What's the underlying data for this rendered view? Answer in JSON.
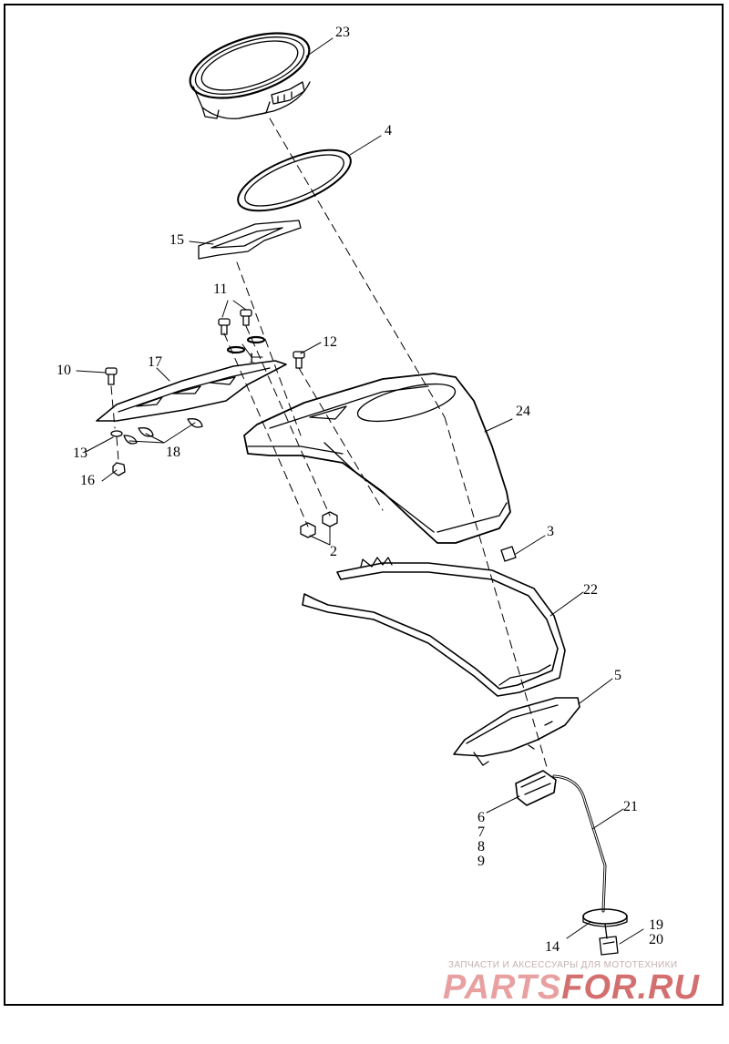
{
  "diagram": {
    "callouts": [
      {
        "id": "c23",
        "text": "23"
      },
      {
        "id": "c4",
        "text": "4"
      },
      {
        "id": "c15",
        "text": "15"
      },
      {
        "id": "c11",
        "text": "11"
      },
      {
        "id": "c12",
        "text": "12"
      },
      {
        "id": "c1",
        "text": "1"
      },
      {
        "id": "c10",
        "text": "10"
      },
      {
        "id": "c17",
        "text": "17"
      },
      {
        "id": "c24",
        "text": "24"
      },
      {
        "id": "c13",
        "text": "13"
      },
      {
        "id": "c18",
        "text": "18"
      },
      {
        "id": "c16",
        "text": "16"
      },
      {
        "id": "c2",
        "text": "2"
      },
      {
        "id": "c3",
        "text": "3"
      },
      {
        "id": "c22",
        "text": "22"
      },
      {
        "id": "c5",
        "text": "5"
      },
      {
        "id": "c6",
        "text": "6"
      },
      {
        "id": "c7",
        "text": "7"
      },
      {
        "id": "c8",
        "text": "8"
      },
      {
        "id": "c9",
        "text": "9"
      },
      {
        "id": "c21",
        "text": "21"
      },
      {
        "id": "c14",
        "text": "14"
      },
      {
        "id": "c19",
        "text": "19"
      },
      {
        "id": "c20",
        "text": "20"
      }
    ]
  },
  "watermark": {
    "tagline": "ЗАПЧАСТИ И АКСЕССУАРЫ ДЛЯ МОТОТЕХНИКИ",
    "logo_part1": "PARTS",
    "logo_part2": "FOR.RU"
  },
  "colors": {
    "line": "#000000",
    "watermark_light": "#e8a0a0",
    "watermark_dark": "#d46f6f",
    "watermark_tag": "#c4b0b0"
  }
}
